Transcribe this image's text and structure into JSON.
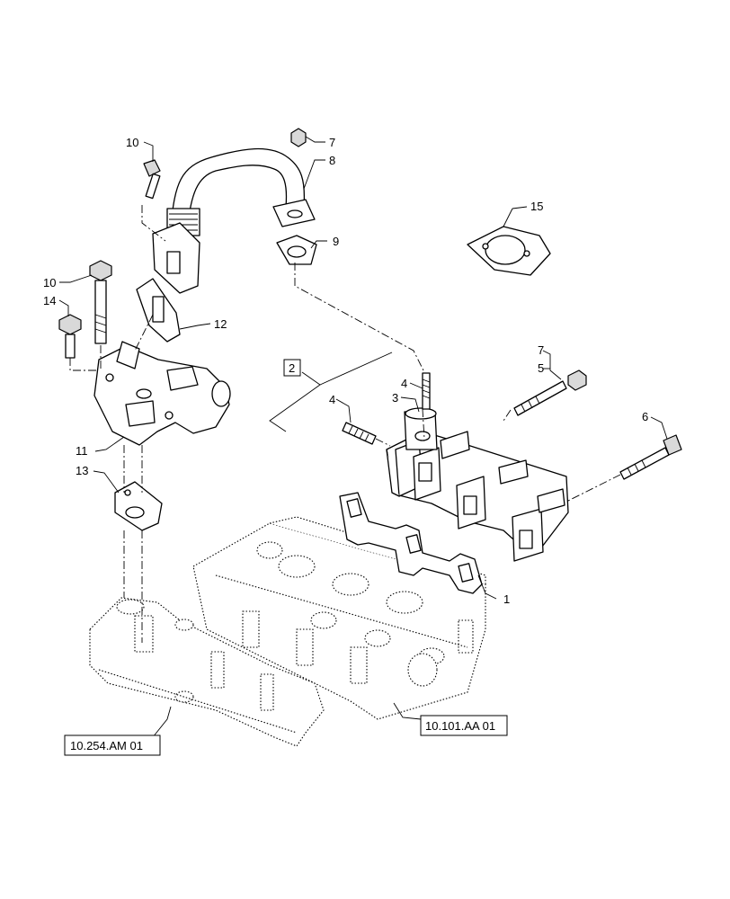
{
  "callouts": {
    "c1": "1",
    "c2": "2",
    "c3": "3",
    "c4a": "4",
    "c4b": "4",
    "c5": "5",
    "c6": "6",
    "c7a": "7",
    "c7b": "7",
    "c8": "8",
    "c9": "9",
    "c10a": "10",
    "c10b": "10",
    "c11": "11",
    "c12": "12",
    "c13": "13",
    "c14": "14",
    "c15": "15"
  },
  "references": {
    "left": "10.254.AM 01",
    "right": "10.101.AA 01"
  }
}
